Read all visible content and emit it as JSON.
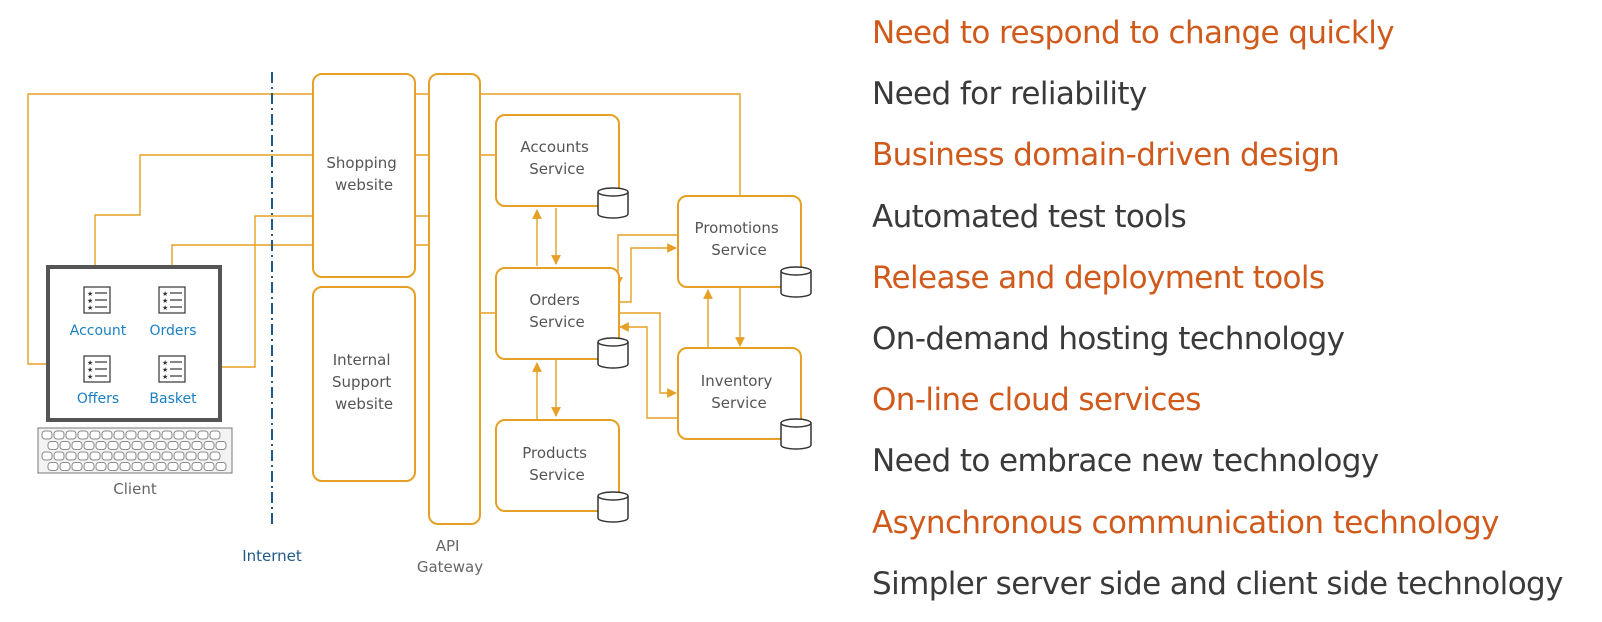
{
  "colors": {
    "orange": "#e6a025",
    "reason_highlight": "#d05a1c",
    "reason_normal": "#3a3a3a",
    "client_text": "#1a7fc4",
    "internet_line": "#1f5a8a"
  },
  "diagram": {
    "client": {
      "label": "Client",
      "panels": [
        {
          "label": "Account",
          "icon": "list-icon"
        },
        {
          "label": "Orders",
          "icon": "list-icon"
        },
        {
          "label": "Offers",
          "icon": "list-icon"
        },
        {
          "label": "Basket",
          "icon": "list-icon"
        }
      ]
    },
    "internet_label": "Internet",
    "shopping_website": [
      "Shopping",
      "website"
    ],
    "internal_website": [
      "Internal",
      "Support",
      "website"
    ],
    "api_gateway": [
      "API",
      "Gateway"
    ],
    "services": {
      "accounts": [
        "Accounts",
        "Service"
      ],
      "orders": [
        "Orders",
        "Service"
      ],
      "products": [
        "Products",
        "Service"
      ],
      "promotions": [
        "Promotions",
        "Service"
      ],
      "inventory": [
        "Inventory",
        "Service"
      ]
    }
  },
  "reasons": [
    {
      "text": "Need to respond to change quickly",
      "highlight": true
    },
    {
      "text": "Need for reliability",
      "highlight": false
    },
    {
      "text": "Business domain-driven design",
      "highlight": true
    },
    {
      "text": "Automated test tools",
      "highlight": false
    },
    {
      "text": "Release and deployment tools",
      "highlight": true
    },
    {
      "text": "On-demand hosting technology",
      "highlight": false
    },
    {
      "text": "On-line cloud services",
      "highlight": true
    },
    {
      "text": "Need to embrace new technology",
      "highlight": false
    },
    {
      "text": "Asynchronous communication technology",
      "highlight": true
    },
    {
      "text": "Simpler server side and client side technology",
      "highlight": false
    }
  ]
}
